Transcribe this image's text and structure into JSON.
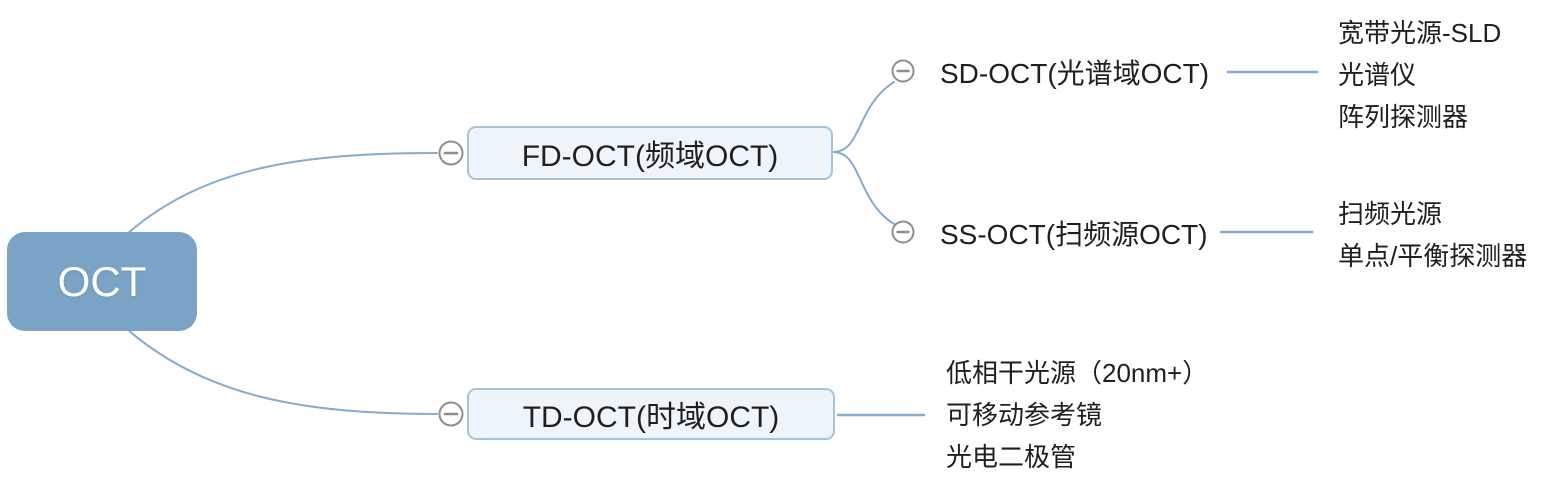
{
  "diagram": {
    "type": "mindmap",
    "root": {
      "label": "OCT"
    },
    "branches": [
      {
        "label": "FD-OCT(频域OCT)",
        "children": [
          {
            "label": "SD-OCT(光谱域OCT)",
            "details": [
              "宽带光源-SLD",
              "光谱仪",
              "阵列探测器"
            ]
          },
          {
            "label": "SS-OCT(扫频源OCT)",
            "details": [
              "扫频光源",
              "单点/平衡探测器"
            ]
          }
        ]
      },
      {
        "label": "TD-OCT(时域OCT)",
        "details": [
          "低相干光源（20nm+）",
          "可移动参考镜",
          "光电二极管"
        ]
      }
    ],
    "icons": {
      "collapse": "minus-circle"
    },
    "colors": {
      "background": "#ffffff",
      "root_fill": "#7aa3c5",
      "root_text": "#ffffff",
      "node_fill": "#edf4fa",
      "node_border": "#a6c3dd",
      "connector": "#85abce",
      "collapse_icon": "#8e8e8e",
      "text": "#1f1f1f"
    }
  }
}
